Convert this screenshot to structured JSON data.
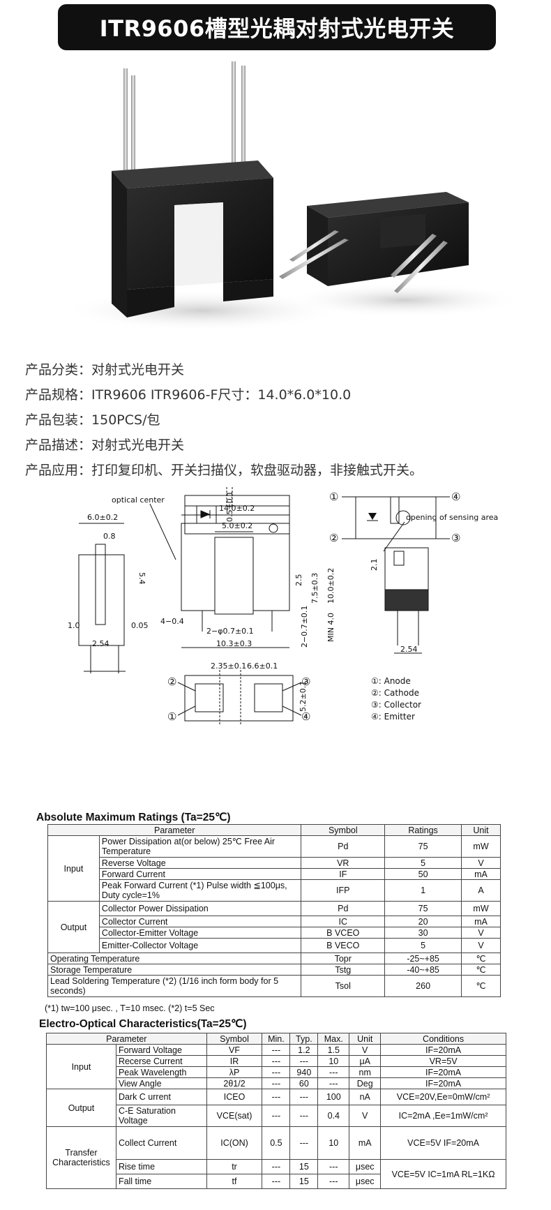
{
  "banner": {
    "title": "ITR9606槽型光耦对射式光电开关"
  },
  "specs": [
    {
      "label": "产品分类：",
      "value": "对射式光电开关"
    },
    {
      "label": "产品规格：",
      "value": "ITR9606  ITR9606-F尺寸：14.0*6.0*10.0"
    },
    {
      "label": "产品包装：",
      "value": "150PCS/包"
    },
    {
      "label": "产品描述：",
      "value": "对射式光电开关"
    },
    {
      "label": "产品应用：",
      "value": "打印复印机、开关扫描仪，软盘驱动器，非接触式开关。"
    }
  ],
  "drawing": {
    "optical_center": "optical center",
    "opening": "opening of sensing area",
    "dims": {
      "d14": "14.0±0.2",
      "d5": "5.0±0.2",
      "d6": "6.0±0.2",
      "d08": "0.8",
      "d54": "5.4",
      "d10": "10.0±0.2",
      "d75": "7.5±0.3",
      "d25": "2.5",
      "d103": "10.3±0.3",
      "dpin": "2−φ0.7±0.1",
      "dpin2": "2−0.7±0.1",
      "dmin": "MIN 4.0",
      "d4": "4−0.4",
      "d1": "1.0",
      "d005": "0.05",
      "d254a": "2.54",
      "d254b": "2.54",
      "d21": "2.1",
      "d235": "2.35±0.1",
      "d66": "6.6±0.1",
      "d52": "5.2±0.1",
      "d05": "0.5±0.1"
    },
    "pins": {
      "p1": "①",
      "p2": "②",
      "p3": "③",
      "p4": "④",
      "l1": "①: Anode",
      "l2": "②: Cathode",
      "l3": "③: Collector",
      "l4": "④: Emitter"
    }
  },
  "abs": {
    "title": "Absolute Maximum Ratings (Ta=25℃)",
    "headers": [
      "Parameter",
      "Symbol",
      "Ratings",
      "Unit"
    ],
    "input_label": "Input",
    "output_label": "Output",
    "input_rows": [
      {
        "p": "Power Dissipation at(or below) 25℃ Free Air Temperature",
        "s": "Pd",
        "r": "75",
        "u": "mW"
      },
      {
        "p": "Reverse Voltage",
        "s": "VR",
        "r": "5",
        "u": "V"
      },
      {
        "p": "Forward Current",
        "s": "IF",
        "r": "50",
        "u": "mA"
      },
      {
        "p": "Peak Forward Current (*1) Pulse width ≦100μs, Duty cycle=1%",
        "s": "IFP",
        "r": "1",
        "u": "A"
      }
    ],
    "output_rows": [
      {
        "p": "Collector Power Dissipation",
        "s": "Pd",
        "r": "75",
        "u": "mW"
      },
      {
        "p": "Collector Current",
        "s": "IC",
        "r": "20",
        "u": "mA"
      },
      {
        "p": "Collector-Emitter Voltage",
        "s": "B VCEO",
        "r": "30",
        "u": "V"
      },
      {
        "p": "Emitter-Collector Voltage",
        "s": "B VECO",
        "r": "5",
        "u": "V"
      }
    ],
    "other_rows": [
      {
        "p": "Operating Temperature",
        "s": "Topr",
        "r": "-25~+85",
        "u": "℃"
      },
      {
        "p": "Storage Temperature",
        "s": "Tstg",
        "r": "-40~+85",
        "u": "℃"
      },
      {
        "p": "Lead Soldering Temperature (*2) (1/16 inch form body for 5 seconds)",
        "s": "Tsol",
        "r": "260",
        "u": "℃"
      }
    ],
    "note": "(*1)    tw=100 μsec. ,     T=10 msec.          (*2)      t=5 Sec"
  },
  "eo": {
    "title": "Electro-Optical Characteristics(Ta=25℃)",
    "headers": [
      "Parameter",
      "Symbol",
      "Min.",
      "Typ.",
      "Max.",
      "Unit",
      "Conditions"
    ],
    "input_label": "Input",
    "output_label": "Output",
    "transfer_label": "Transfer Characteristics",
    "input_rows": [
      {
        "p": "Forward Voltage",
        "s": "VF",
        "min": "---",
        "typ": "1.2",
        "max": "1.5",
        "u": "V",
        "c": "IF=20mA"
      },
      {
        "p": "Recerse  Current",
        "s": "IR",
        "min": "---",
        "typ": "---",
        "max": "10",
        "u": "μA",
        "c": "VR=5V"
      },
      {
        "p": "Peak Wavelength",
        "s": "λP",
        "min": "---",
        "typ": "940",
        "max": "---",
        "u": "nm",
        "c": "IF=20mA"
      },
      {
        "p": "View Angle",
        "s": "2θ1/2",
        "min": "---",
        "typ": "60",
        "max": "---",
        "u": "Deg",
        "c": "IF=20mA"
      }
    ],
    "output_rows": [
      {
        "p": "Dark C urrent",
        "s": "ICEO",
        "min": "---",
        "typ": "---",
        "max": "100",
        "u": "nA",
        "c": "VCE=20V,Ee=0mW/cm²"
      },
      {
        "p": "C-E Saturation Voltage",
        "s": "VCE(sat)",
        "min": "---",
        "typ": "---",
        "max": "0.4",
        "u": "V",
        "c": "IC=2mA ,Ee=1mW/cm²"
      }
    ],
    "transfer_rows": [
      {
        "p": "Collect Current",
        "s": "IC(ON)",
        "min": "0.5",
        "typ": "---",
        "max": "10",
        "u": "mA",
        "c": "VCE=5V IF=20mA"
      },
      {
        "p": "Rise time",
        "s": "tr",
        "min": "---",
        "typ": "15",
        "max": "---",
        "u": "μsec"
      },
      {
        "p": "Fall time",
        "s": "tf",
        "min": "---",
        "typ": "15",
        "max": "---",
        "u": "μsec"
      }
    ],
    "rise_fall_cond": "VCE=5V IC=1mA RL=1KΩ"
  }
}
